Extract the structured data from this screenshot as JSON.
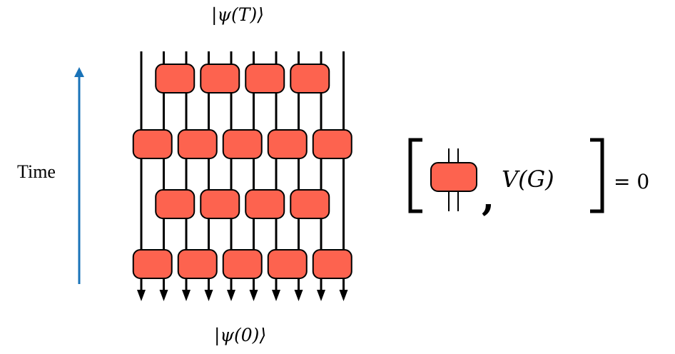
{
  "diagram": {
    "top_state": "|ψ(T)⟩",
    "bottom_state": "|ψ(0)⟩",
    "time_axis_label": "Time",
    "commutator": {
      "operator": "V(G)",
      "comma": ",",
      "equals": "= 0"
    }
  },
  "colors": {
    "gate_fill": "#fd634f",
    "gate_stroke": "#000000",
    "wire": "#000000",
    "time_arrow": "#1a73b8"
  },
  "icons": {
    "time_arrow": "arrow-up-icon",
    "wire_arrow": "arrow-down-icon",
    "gate": "two-qubit-gate-icon"
  }
}
